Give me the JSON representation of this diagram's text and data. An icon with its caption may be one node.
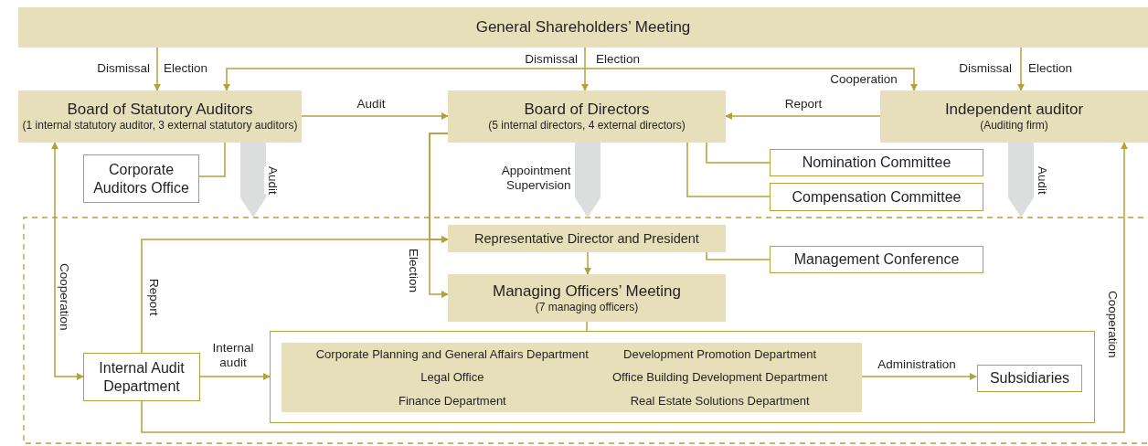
{
  "diagram": {
    "nodes": [
      {
        "text": [
          "General Shareholders’ Meeting"
        ]
      },
      {
        "text": [
          "Board of Statutory Auditors",
          "(1 internal statutory auditor, 3 external statutory auditors)"
        ]
      },
      {
        "text": [
          "Board of Directors",
          "(5 internal directors, 4 external directors)"
        ]
      },
      {
        "text": [
          "Independent auditor",
          "(Auditing firm)"
        ]
      },
      {
        "text": [
          "Corporate Auditors Office"
        ]
      },
      {
        "text": [
          "Nomination Committee"
        ]
      },
      {
        "text": [
          "Compensation Committee"
        ]
      },
      {
        "text": [
          "Representative Director and President"
        ]
      },
      {
        "text": [
          "Management Conference"
        ]
      },
      {
        "text": [
          "Managing Officers’ Meeting",
          "(7 managing officers)"
        ]
      },
      {
        "text": [],
        "shape": "box"
      },
      {
        "text": [
          "Corporate Planning and General Affairs Department",
          "Legal Office",
          "Finance Department",
          "Development Promotion Department",
          "Office Building Development Department",
          "Real Estate Solutions Department"
        ],
        "in": 10
      },
      {
        "text": [
          "Subsidiaries"
        ],
        "in": 10
      },
      {
        "text": [
          "Internal Audit Department"
        ]
      }
    ],
    "edges": [
      {
        "from": 0,
        "to": 1,
        "arrow": "to"
      },
      {
        "from": 0,
        "to": 2,
        "arrow": "to"
      },
      {
        "from": 0,
        "to": 3,
        "arrow": "to"
      },
      {
        "from": 1,
        "to": 3,
        "arrow": "both",
        "label": "Cooperation"
      },
      {
        "from": 1,
        "to": 2,
        "arrow": "to",
        "label": "Audit"
      },
      {
        "from": 3,
        "to": 2,
        "arrow": "to",
        "label": "Report"
      },
      {
        "from": 1,
        "to": null,
        "arrow": "to",
        "label": "Audit",
        "style": "thick",
        "color": "#dcdddd"
      },
      {
        "from": 2,
        "to": null,
        "arrow": "to",
        "label": "Appointment Supervision",
        "style": "thick",
        "color": "#dcdddd"
      },
      {
        "from": 3,
        "to": null,
        "arrow": "to",
        "label": "Audit",
        "style": "thick",
        "color": "#dcdddd"
      },
      {
        "from": 1,
        "to": 4,
        "arrow": "none"
      },
      {
        "from": 2,
        "to": 5,
        "arrow": "none"
      },
      {
        "from": 2,
        "to": 6,
        "arrow": "none"
      },
      {
        "from": 2,
        "to": 7,
        "arrow": "to",
        "label": "Election"
      },
      {
        "from": 2,
        "to": 9,
        "arrow": "to"
      },
      {
        "from": 7,
        "to": 9,
        "arrow": "to"
      },
      {
        "from": 7,
        "to": 8,
        "arrow": "none"
      },
      {
        "from": 13,
        "to": 7,
        "arrow": "to",
        "label": "Report"
      },
      {
        "from": 13,
        "to": 10,
        "arrow": "to",
        "label": "Internal audit"
      },
      {
        "from": 1,
        "to": 13,
        "arrow": "both",
        "label": "Cooperation"
      },
      {
        "from": 13,
        "to": 3,
        "arrow": "to",
        "label": "Cooperation"
      },
      {
        "from": 9,
        "to": 10,
        "arrow": "none"
      },
      {
        "from": 11,
        "to": 12,
        "arrow": "to",
        "label": "Administration"
      }
    ],
    "labels": [
      "Dismissal",
      "Election",
      "Dismissal",
      "Election",
      "Dismissal",
      "Election"
    ]
  }
}
